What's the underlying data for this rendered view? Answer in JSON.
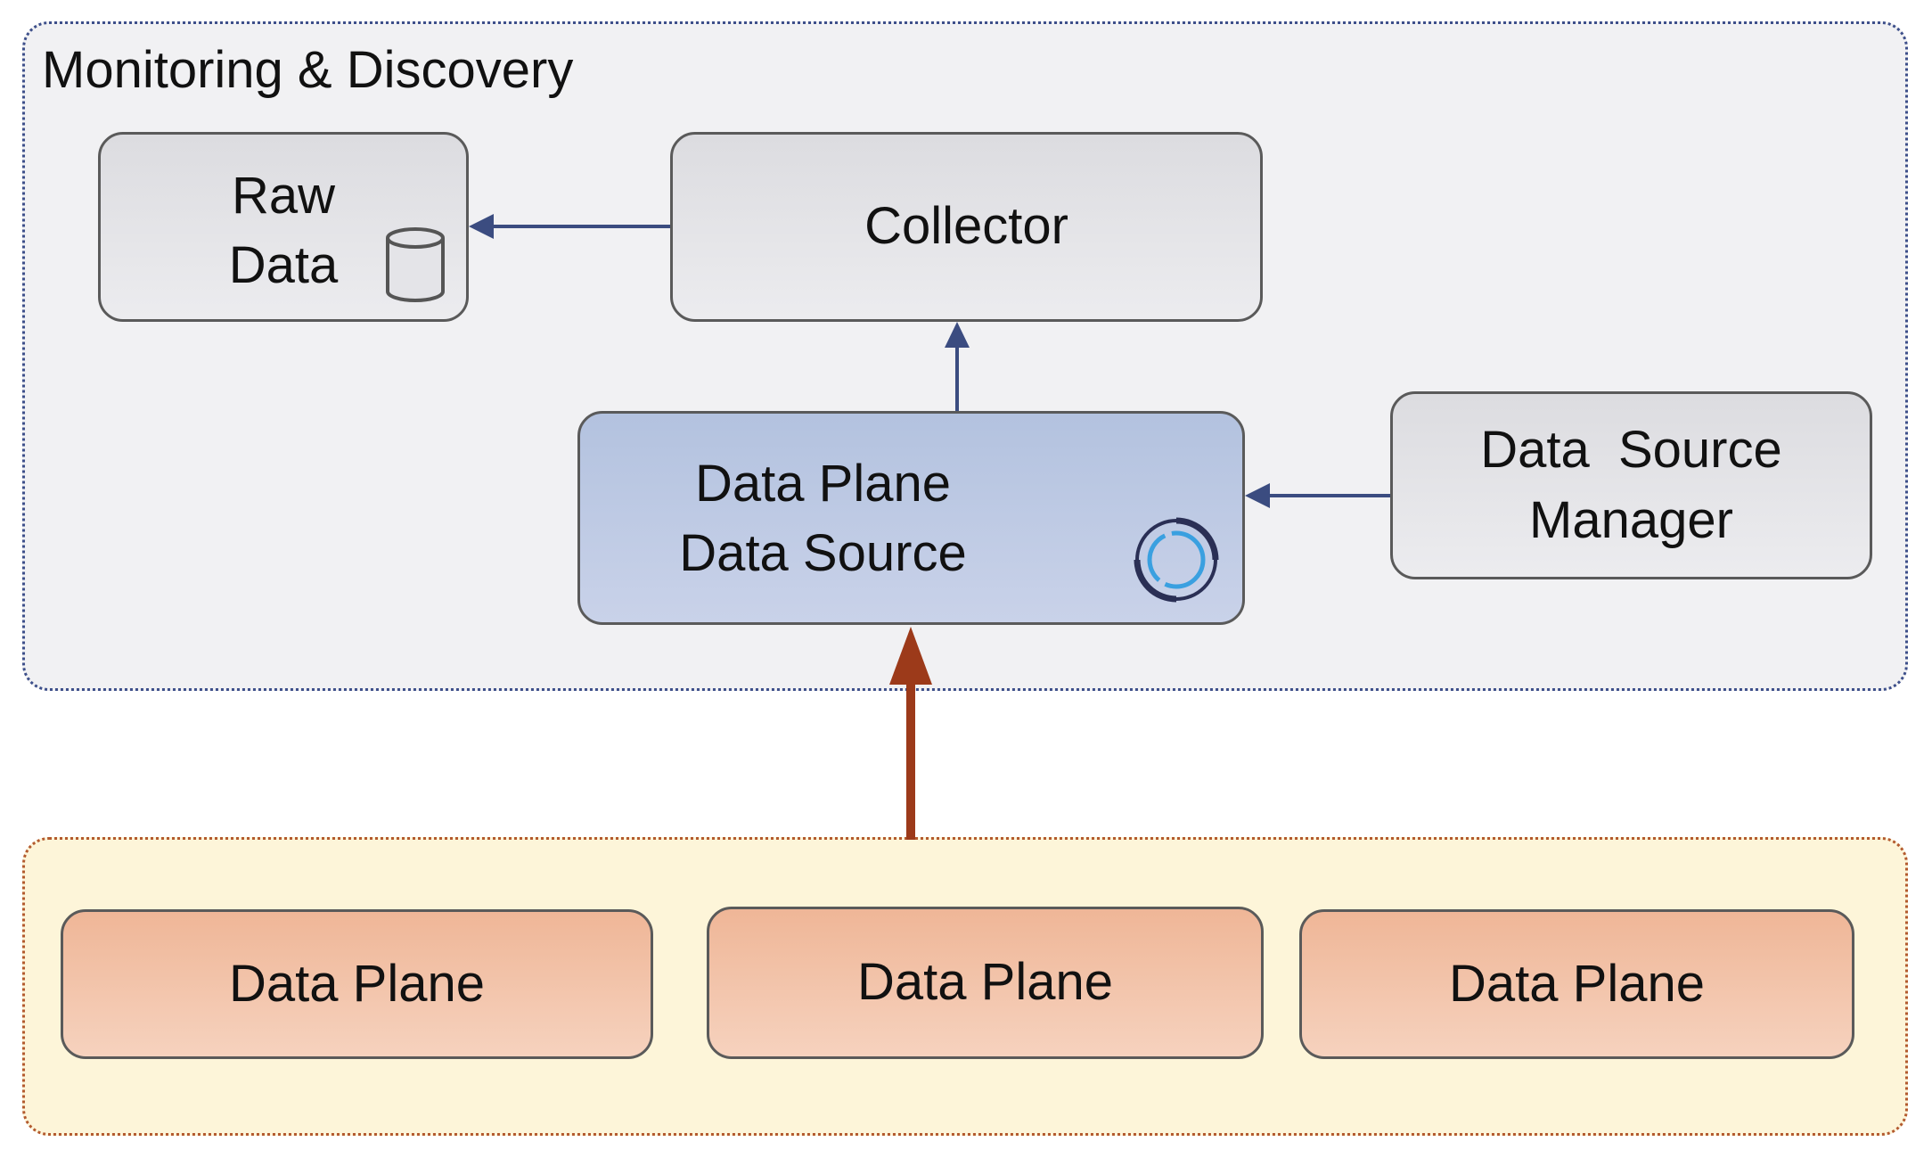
{
  "monitoring_group": {
    "title": "Monitoring & Discovery"
  },
  "raw_data": {
    "line1": "Raw",
    "line2": "Data",
    "icon": "database-icon"
  },
  "collector": {
    "label": "Collector"
  },
  "data_plane_data_source": {
    "line1": "Data Plane",
    "line2": "Data Source",
    "icon": "refresh-circle-icon"
  },
  "data_source_manager": {
    "line1": "Data  Source",
    "line2": "Manager"
  },
  "data_planes": [
    {
      "label": "Data Plane"
    },
    {
      "label": "Data Plane"
    },
    {
      "label": "Data Plane"
    }
  ],
  "colors": {
    "monitoring_border": "#3d4f8a",
    "data_plane_group_border": "#b35a2e",
    "arrow_blue": "#3b4c80",
    "arrow_red": "#9c3a1a",
    "data_source_fill": "#b3c2df",
    "data_plane_fill": "#efb697"
  }
}
